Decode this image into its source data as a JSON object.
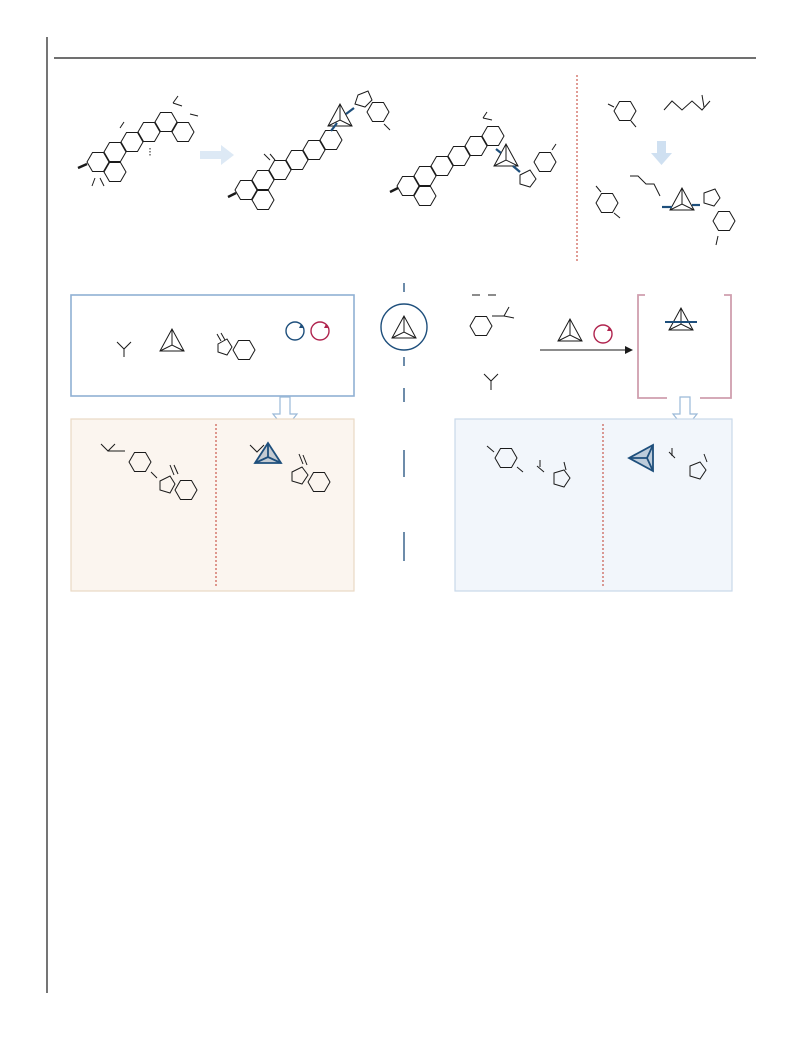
{
  "colors": {
    "ink": "#1a1a1a",
    "navy": "#1e4f7c",
    "crimson": "#b0244e",
    "dotted_divider": "#c0392b",
    "blue_box_border": "#8fb0d4",
    "pink_bracket": "#cf9fae",
    "beige_panel_fill": "#fbf5ef",
    "beige_panel_border": "#ead9c4",
    "lightblue_panel_fill": "#f2f6fb",
    "lightblue_panel_border": "#c9d8ea",
    "arrow_fill": "#dde9f5",
    "arrow_stroke": "#9ab9d8",
    "dark_arrow_fill": "#cfe0f1"
  },
  "icons": [
    "page-frame-lines",
    "triterpene-scaffold",
    "bicyclopentane-cage",
    "indolizine-ring",
    "isoindoline-ring",
    "benzene-ring",
    "thiophene-ring",
    "clockwise-cycle-icon",
    "block-arrow-right",
    "block-arrow-down",
    "hollow-arrow-down",
    "reaction-arrow",
    "dotted-divider"
  ]
}
